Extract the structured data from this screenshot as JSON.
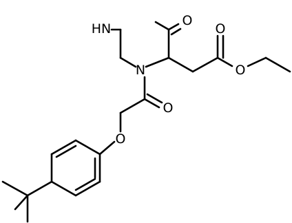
{
  "molecule": {
    "atom_labels": {
      "nh": "HN",
      "o_amide": "O",
      "o_ester_carbonyl": "O",
      "o_ester": "O",
      "n_ring": "N",
      "o_acyl": "O",
      "o_ether": "O"
    },
    "colors": {
      "bond": "#000000",
      "label": "#000000",
      "background": "#ffffff"
    }
  }
}
